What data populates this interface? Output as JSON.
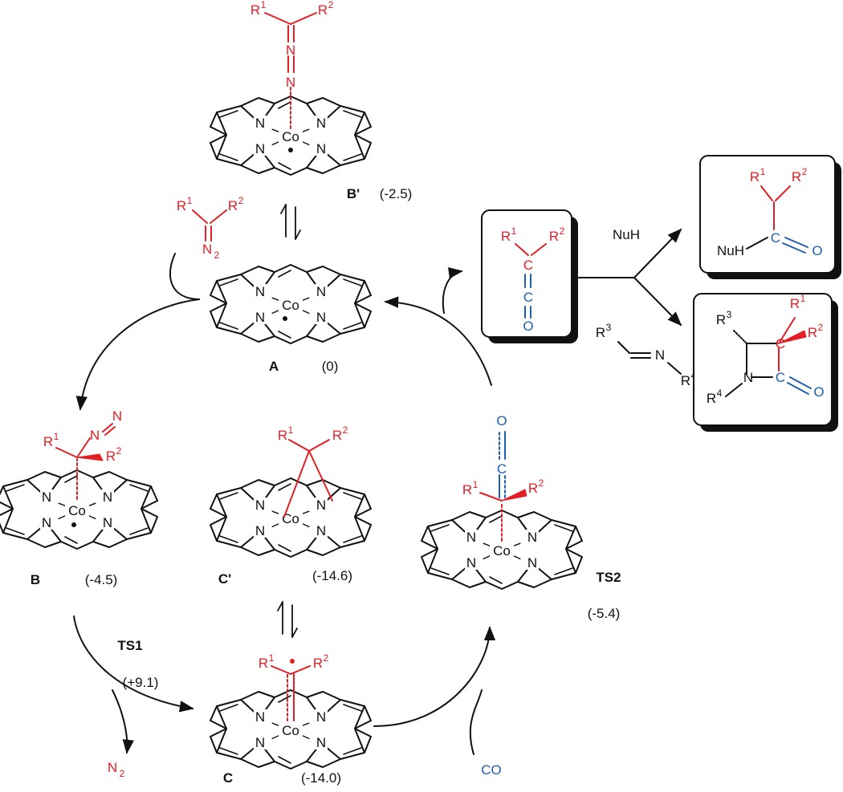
{
  "colors": {
    "substrate": "#e31e24",
    "carbonyl": "#1f5fb0",
    "scaffold": "#111111"
  },
  "labels": {
    "R1": "R",
    "R2": "R",
    "R3": "R",
    "R4": "R",
    "sup1": "1",
    "sup2": "2",
    "sup3": "3",
    "sup4": "4",
    "N": "N",
    "Co": "Co",
    "C": "C",
    "O": "O",
    "Nu": "Nu",
    "sub2": "2"
  },
  "species": {
    "A": {
      "label": "A",
      "energy": "(0)"
    },
    "Bp": {
      "label": "B'",
      "energy": "(-2.5)"
    },
    "B": {
      "label": "B",
      "energy": "(-4.5)"
    },
    "Cp": {
      "label": "C'",
      "energy": "(-14.6)"
    },
    "C": {
      "label": "C",
      "energy": "(-14.0)"
    },
    "TS1": {
      "label": "TS1",
      "energy": "(+9.1)"
    },
    "TS2": {
      "label": "TS2",
      "energy": "(-5.4)"
    }
  },
  "reagents": {
    "nuh": "NuH",
    "co": "CO",
    "n2": "N",
    "n2_sub": "2"
  }
}
